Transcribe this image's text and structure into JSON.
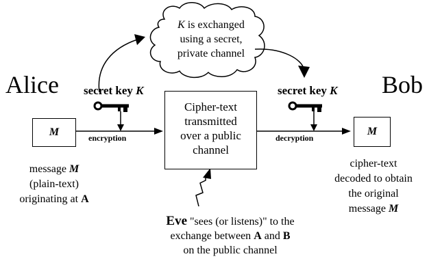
{
  "cloud": {
    "line1_var": "K",
    "line1_rest": " is exchanged",
    "line2": "using a secret,",
    "line3": "private channel"
  },
  "alice": {
    "name": "Alice"
  },
  "bob": {
    "name": "Bob"
  },
  "left_key": {
    "label": "secret key ",
    "var": "K"
  },
  "right_key": {
    "label": "secret key ",
    "var": "K"
  },
  "left_message": {
    "symbol": "M"
  },
  "right_message": {
    "symbol": "M"
  },
  "encryption_label": "encryption",
  "decryption_label": "decryption",
  "cipher_box": {
    "line1": "Cipher-text",
    "line2": "transmitted",
    "line3": "over a public",
    "line4": "channel"
  },
  "left_caption": {
    "line1_prefix": "message ",
    "line1_var": "M",
    "line2": "(plain-text)",
    "line3_prefix": "originating at ",
    "line3_var": "A"
  },
  "right_caption": {
    "line1": "cipher-text",
    "line2": "decoded to obtain",
    "line3": "the original",
    "line4_prefix": "message ",
    "line4_var": "M"
  },
  "eve": {
    "name": "Eve",
    "line1_rest": " \"sees (or listens)\" to the",
    "line2_prefix": "exchange between ",
    "line2_a": "A",
    "line2_and": " and ",
    "line2_b": "B",
    "line3": "on the public channel"
  }
}
